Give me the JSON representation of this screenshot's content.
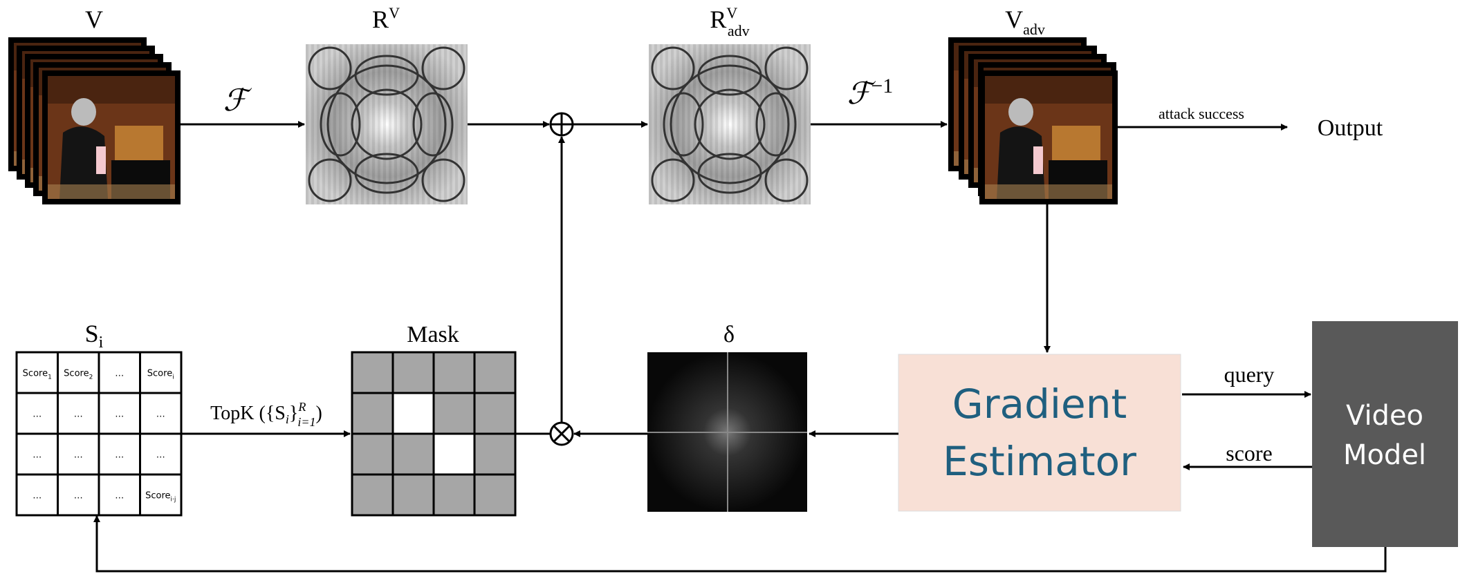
{
  "labels": {
    "video": "V",
    "spectrum": {
      "base": "R",
      "sup": "V"
    },
    "spectrum_adv": {
      "base": "R",
      "sup": "V",
      "sub": "adv"
    },
    "video_adv": {
      "base": "V",
      "sub": "adv"
    },
    "fourier": "ℱ",
    "inverse_fourier": {
      "base": "ℱ",
      "sup": "−1"
    },
    "attack_success": "attack success",
    "output": "Output",
    "scores": {
      "base": "S",
      "sub": "i"
    },
    "mask": "Mask",
    "delta": "δ",
    "topk": {
      "text": "TopK (",
      "set": "{S",
      "sub_i": "i",
      "close_brace": "}",
      "sup": "R",
      "sub": "i=1",
      "close": ")"
    },
    "query": "query",
    "score": "score"
  },
  "gradient_estimator": {
    "line1": "Gradient",
    "line2": "Estimator"
  },
  "video_model": {
    "line1": "Video",
    "line2": "Model"
  },
  "score_grid": [
    [
      {
        "b": "Score",
        "s": "1"
      },
      {
        "b": "Score",
        "s": "2"
      },
      {
        "b": "…",
        "s": ""
      },
      {
        "b": "Score",
        "s": "i"
      }
    ],
    [
      {
        "b": "…",
        "s": ""
      },
      {
        "b": "…",
        "s": ""
      },
      {
        "b": "…",
        "s": ""
      },
      {
        "b": "…",
        "s": ""
      }
    ],
    [
      {
        "b": "…",
        "s": ""
      },
      {
        "b": "…",
        "s": ""
      },
      {
        "b": "…",
        "s": ""
      },
      {
        "b": "…",
        "s": ""
      }
    ],
    [
      {
        "b": "…",
        "s": ""
      },
      {
        "b": "…",
        "s": ""
      },
      {
        "b": "…",
        "s": ""
      },
      {
        "b": "Score",
        "s": "i·j"
      }
    ]
  ],
  "mask_grid": [
    [
      0,
      0,
      0,
      0
    ],
    [
      0,
      1,
      0,
      0
    ],
    [
      0,
      0,
      1,
      0
    ],
    [
      0,
      0,
      0,
      0
    ]
  ],
  "colors": {
    "estimator_fill": "#f8e0d6",
    "estimator_text": "#1f5f7f",
    "model_fill": "#595959",
    "mask_gray": "#a6a6a6"
  }
}
